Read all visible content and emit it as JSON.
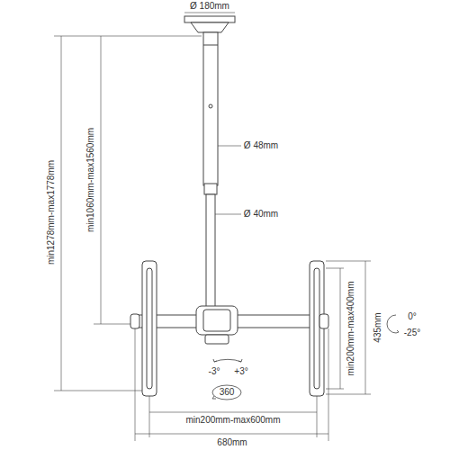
{
  "diagram": {
    "labels": [
      "Ø 180mm",
      "Ø 48mm",
      "Ø 40mm",
      "min1278mm-max1778mm",
      "min1060mm-max1560mm",
      "min200mm-max400mm",
      "435mm",
      "0°",
      "-25°",
      "-3°",
      "+3°",
      "360",
      "min200mm-max600mm",
      "680mm"
    ]
  }
}
